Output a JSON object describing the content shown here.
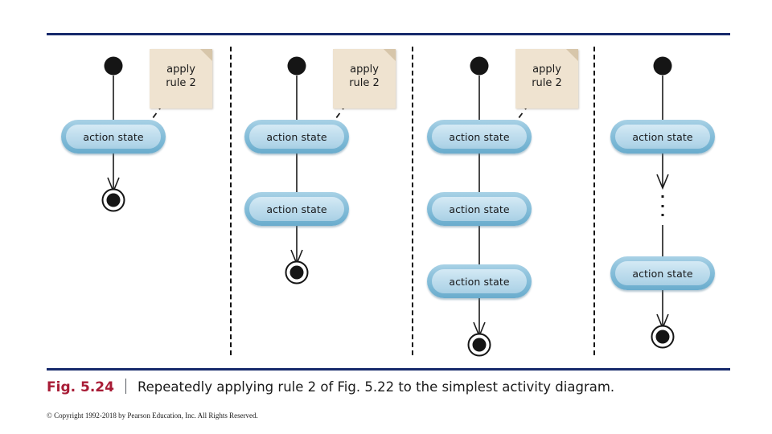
{
  "figure": {
    "label": "Fig. 5.24",
    "separator": "|",
    "caption": "Repeatedly applying rule 2 of Fig. 5.22 to the simplest activity diagram.",
    "copyright": "© Copyright 1992-2018 by Pearson Education, Inc. All Rights Reserved.",
    "rule_color": "#16296b",
    "label_color": "#a81c36"
  },
  "diagram": {
    "type": "uml-activity-diagram",
    "note_text_line1": "apply",
    "note_text_line2": "rule 2",
    "action_state_label": "action state",
    "ellipsis": "⋮",
    "panels": [
      {
        "index": 1,
        "action_state_count": 1,
        "has_note": true,
        "has_ellipsis": false,
        "states": [
          "action state"
        ]
      },
      {
        "index": 2,
        "action_state_count": 2,
        "has_note": true,
        "has_ellipsis": false,
        "states": [
          "action state",
          "action state"
        ]
      },
      {
        "index": 3,
        "action_state_count": 3,
        "has_note": true,
        "has_ellipsis": false,
        "states": [
          "action state",
          "action state",
          "action state"
        ]
      },
      {
        "index": 4,
        "action_state_count": 2,
        "has_note": false,
        "has_ellipsis": true,
        "states": [
          "action state",
          "action state"
        ]
      }
    ],
    "colors": {
      "start_node": "#151515",
      "final_node": "#151515",
      "action_state_rim": "#7db9d6",
      "action_state_fill": "#c4e0ef",
      "note_fill": "#efe3d0",
      "note_fold": "#d7c6aa",
      "edge": "#1a1a1a"
    }
  }
}
